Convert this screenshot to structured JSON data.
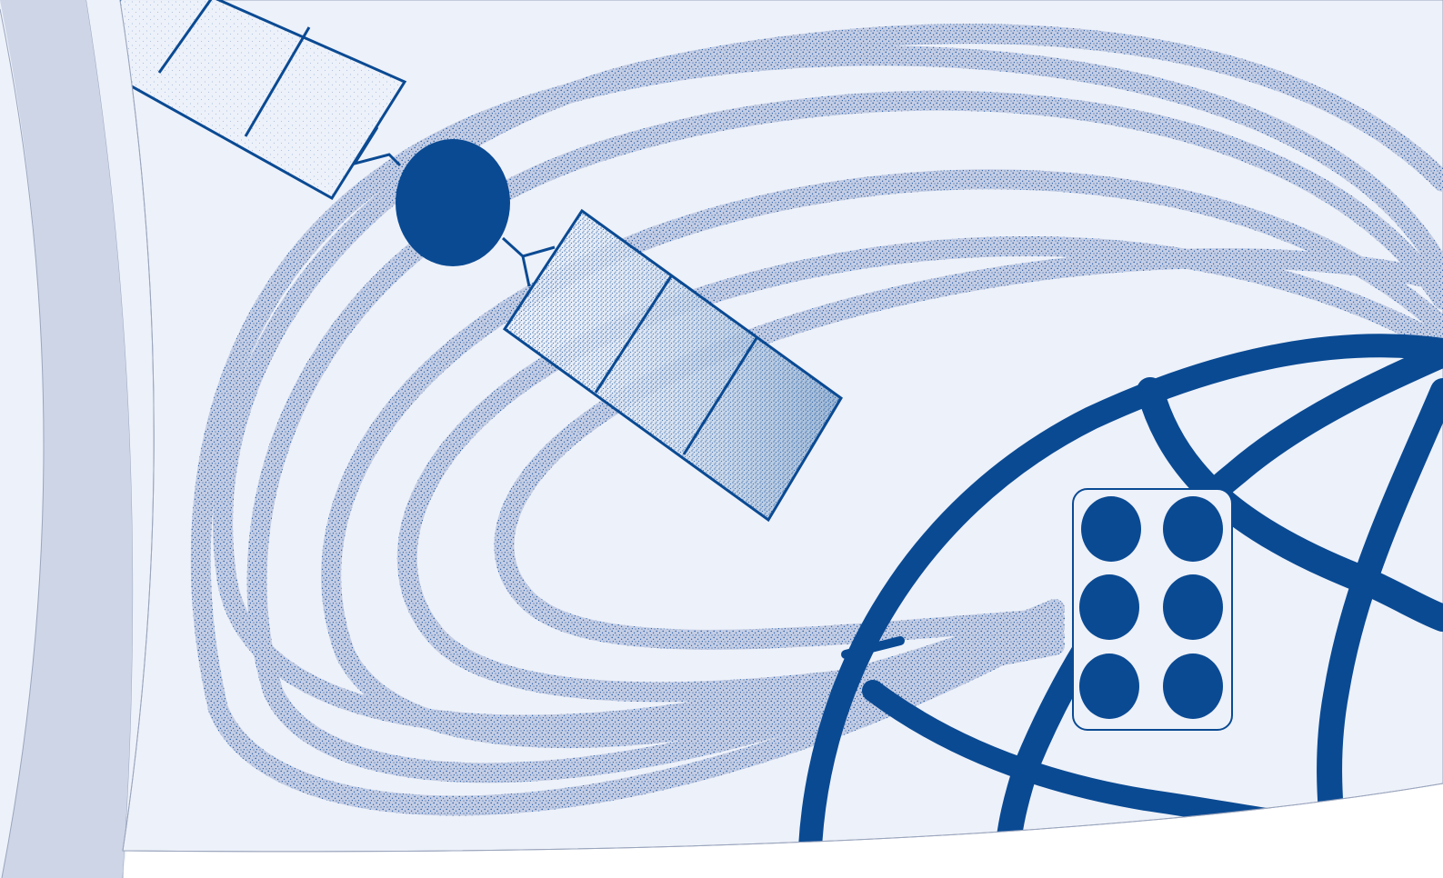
{
  "illustration": {
    "subject": "satellite-orbiting-earth",
    "colors": {
      "background": "#ffffff",
      "panel": "#edf1f9",
      "band_outer": "#cdd5e7",
      "band_inner": "#f3f5fb",
      "trail_fill": "#c4cde4",
      "trail_dots": "#1f5aa5",
      "accent": "#0a4a93"
    },
    "icons": [
      "satellite-icon",
      "earth-globe-icon",
      "data-chip-icon"
    ],
    "chip": {
      "rows": 3,
      "columns": 2
    },
    "orbit_trail_count": 6
  }
}
